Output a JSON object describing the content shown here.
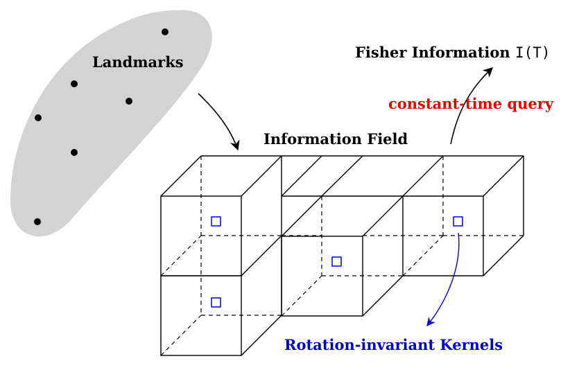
{
  "landmarks": {
    "label": "Landmarks",
    "region_color": "#d3d3d3",
    "point_color": "#000000"
  },
  "field": {
    "label": "Information Field",
    "edge_color": "#000000",
    "kernel_color": "#0000ee"
  },
  "fisher": {
    "label_prefix": "Fisher Information ",
    "label_symbol": "I(T)"
  },
  "query": {
    "label": "constant-time query",
    "color": "#ee0000"
  },
  "kernels": {
    "label": "Rotation-invariant Kernels",
    "color": "#0000cc"
  }
}
